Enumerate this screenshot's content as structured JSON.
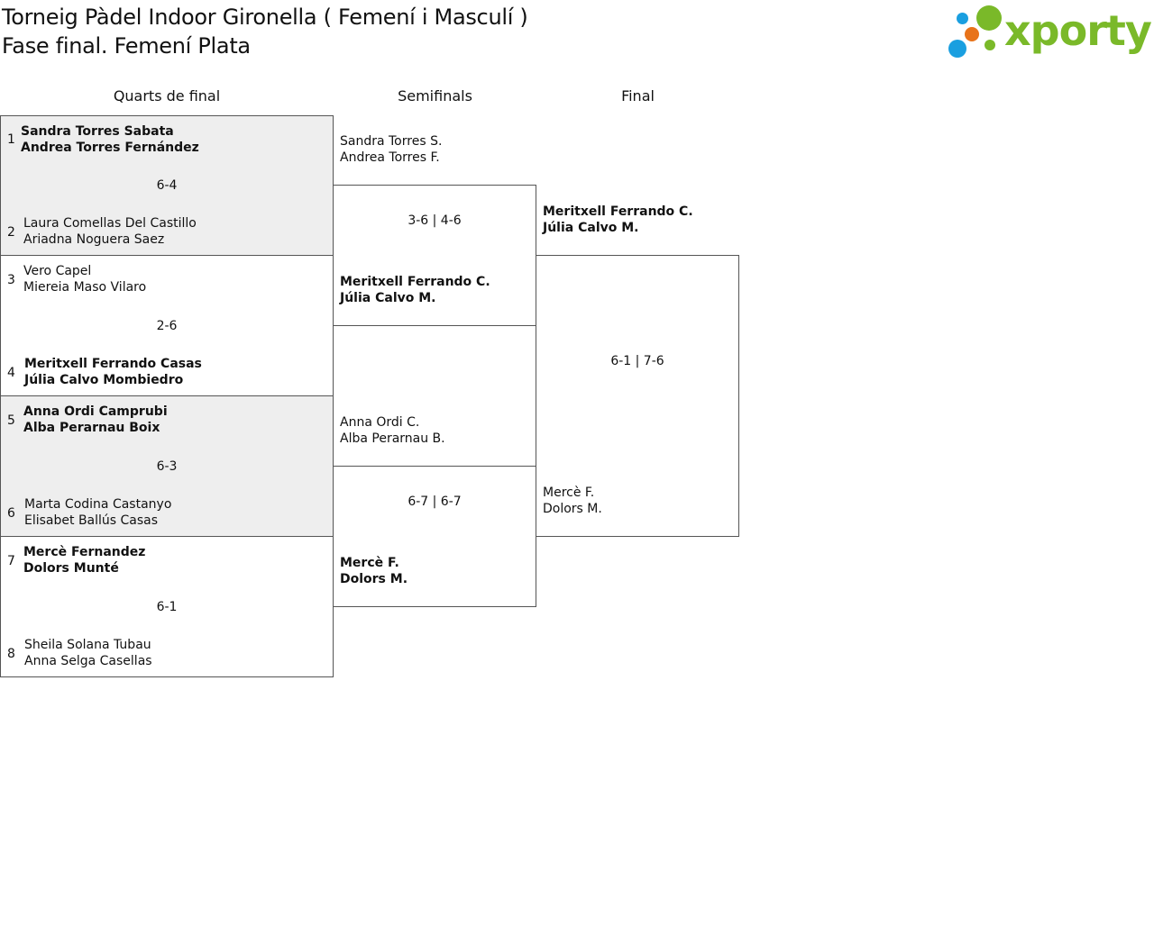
{
  "header": {
    "title_line1": "Torneig Pàdel Indoor Gironella ( Femení i Masculí )",
    "title_line2": "Fase final. Femení Plata"
  },
  "logo": {
    "text": "xporty",
    "icon": "xporty-dots-icon",
    "colors": {
      "green": "#7ab929",
      "blue": "#1a9fe0",
      "orange": "#e8731a"
    }
  },
  "rounds": {
    "quarters": "Quarts de final",
    "semis": "Semifinals",
    "final": "Final"
  },
  "quarterfinals": [
    {
      "score": "6-4",
      "top": {
        "seed": "1",
        "p1": "Sandra Torres Sabata",
        "p2": "Andrea Torres Fernández",
        "winner": true
      },
      "bottom": {
        "seed": "2",
        "p1": "Laura Comellas Del Castillo",
        "p2": "Ariadna Noguera Saez",
        "winner": false
      }
    },
    {
      "score": "2-6",
      "top": {
        "seed": "3",
        "p1": "Vero Capel",
        "p2": "Miereia Maso Vilaro",
        "winner": false
      },
      "bottom": {
        "seed": "4",
        "p1": "Meritxell Ferrando Casas",
        "p2": "Júlia Calvo Mombiedro",
        "winner": true
      }
    },
    {
      "score": "6-3",
      "top": {
        "seed": "5",
        "p1": "Anna Ordi Camprubi",
        "p2": "Alba Perarnau Boix",
        "winner": true
      },
      "bottom": {
        "seed": "6",
        "p1": "Marta Codina Castanyo",
        "p2": "Elisabet Ballús Casas",
        "winner": false
      }
    },
    {
      "score": "6-1",
      "top": {
        "seed": "7",
        "p1": "Mercè Fernandez",
        "p2": "Dolors Munté",
        "winner": true
      },
      "bottom": {
        "seed": "8",
        "p1": "Sheila Solana Tubau",
        "p2": "Anna Selga Casellas",
        "winner": false
      }
    }
  ],
  "semifinals": [
    {
      "score": "3-6 | 4-6",
      "top": {
        "p1": "Sandra Torres S.",
        "p2": "Andrea Torres F.",
        "winner": false
      },
      "bottom": {
        "p1": "Meritxell Ferrando C.",
        "p2": "Júlia Calvo M.",
        "winner": true
      }
    },
    {
      "score": "6-7 | 6-7",
      "top": {
        "p1": "Anna Ordi C.",
        "p2": "Alba Perarnau B.",
        "winner": false
      },
      "bottom": {
        "p1": "Mercè F.",
        "p2": "Dolors M.",
        "winner": true
      }
    }
  ],
  "final": {
    "score": "6-1 | 7-6",
    "top": {
      "p1": "Meritxell Ferrando C.",
      "p2": "Júlia Calvo M.",
      "winner": true
    },
    "bottom": {
      "p1": "Mercè F.",
      "p2": "Dolors M.",
      "winner": false
    }
  }
}
